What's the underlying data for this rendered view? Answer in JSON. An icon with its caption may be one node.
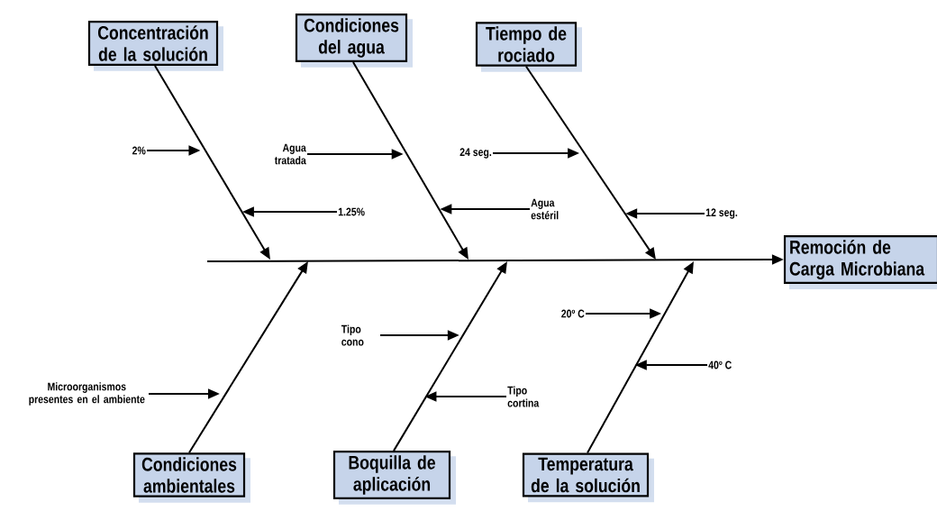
{
  "diagram": {
    "nodes": [
      {
        "text": [
          "Concentración de la solución"
        ]
      },
      {
        "text": [
          "Condiciones del agua"
        ]
      },
      {
        "text": [
          "Tiempo de rociado"
        ]
      },
      {
        "text": [
          "Remoción de Carga Microbiana"
        ]
      },
      {
        "text": [
          "Condiciones ambientales"
        ]
      },
      {
        "text": [
          "Boquilla de aplicación"
        ]
      },
      {
        "text": [
          "Temperatura de la solución"
        ]
      },
      {
        "text": [
          "2%"
        ]
      },
      {
        "text": [
          "Agua tratada"
        ]
      },
      {
        "text": [
          "24 seg."
        ]
      },
      {
        "text": [
          "Agua estéril"
        ]
      },
      {
        "text": [
          "1.25%"
        ]
      },
      {
        "text": [
          "12 seg."
        ]
      },
      {
        "text": [
          "20º C"
        ]
      },
      {
        "text": [
          "Tipo cono"
        ]
      },
      {
        "text": [
          "40º C"
        ]
      },
      {
        "text": [
          "Tipo cortina"
        ]
      },
      {
        "text": [
          "Microorganismos presentes en el ambiente"
        ]
      }
    ],
    "edges": [
      {
        "from": 0,
        "to": null,
        "arrow": "to"
      },
      {
        "from": 1,
        "to": null,
        "arrow": "to"
      },
      {
        "from": 2,
        "to": null,
        "arrow": "to"
      },
      {
        "from": null,
        "to": 3,
        "arrow": "to"
      },
      {
        "from": 4,
        "to": null,
        "arrow": "to"
      },
      {
        "from": 5,
        "to": null,
        "arrow": "to"
      },
      {
        "from": 6,
        "to": null,
        "arrow": "to"
      },
      {
        "from": 7,
        "to": null,
        "arrow": "to"
      },
      {
        "from": 8,
        "to": null,
        "arrow": "to"
      },
      {
        "from": 9,
        "to": null,
        "arrow": "to"
      },
      {
        "from": 10,
        "to": null,
        "arrow": "to"
      },
      {
        "from": 11,
        "to": null,
        "arrow": "to"
      },
      {
        "from": 12,
        "to": null,
        "arrow": "to"
      },
      {
        "from": 13,
        "to": null,
        "arrow": "to"
      },
      {
        "from": 14,
        "to": null,
        "arrow": "to"
      },
      {
        "from": 15,
        "to": null,
        "arrow": "to"
      },
      {
        "from": 16,
        "to": null,
        "arrow": "to"
      },
      {
        "from": 17,
        "to": null,
        "arrow": "to"
      }
    ]
  }
}
